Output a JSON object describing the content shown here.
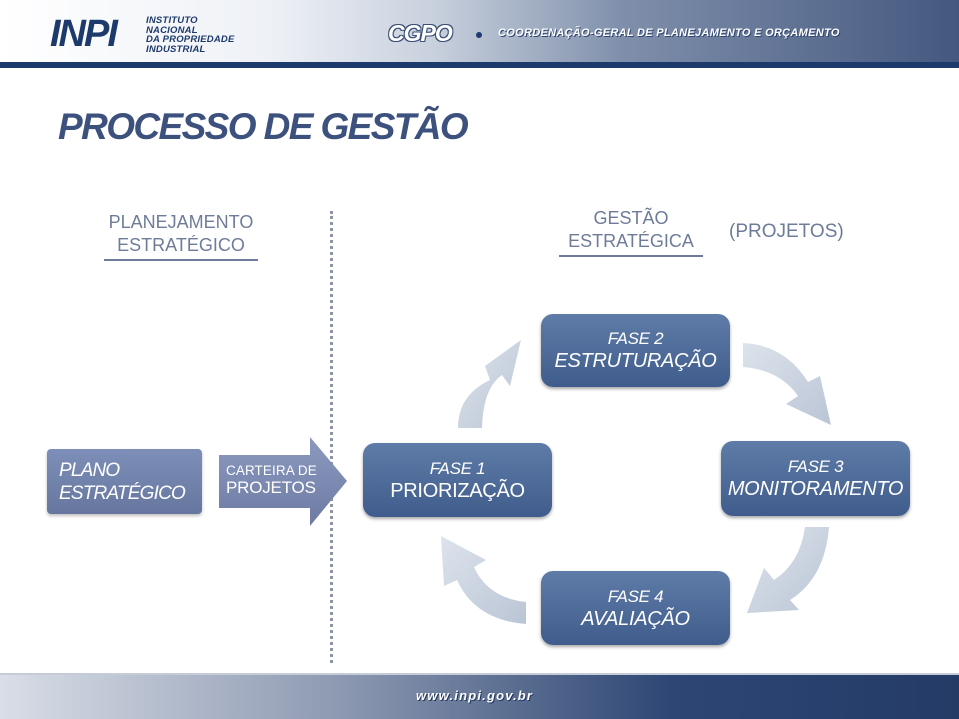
{
  "header": {
    "logo_mark": "INPI",
    "logo_lines": [
      "INSTITUTO",
      "NACIONAL",
      "DA PROPRIEDADE",
      "INDUSTRIAL"
    ],
    "department": "CGPO",
    "department_full": "COORDENAÇÃO-GERAL DE PLANEJAMENTO E ORÇAMENTO"
  },
  "title": "PROCESSO DE GESTÃO",
  "columns": {
    "left": [
      "PLANEJAMENTO",
      "ESTRATÉGICO"
    ],
    "right": [
      "GESTÃO",
      "ESTRATÉGICA"
    ],
    "right_note": "(PROJETOS)"
  },
  "plano": [
    "PLANO",
    "ESTRATÉGICO"
  ],
  "carteira": [
    "CARTEIRA DE",
    "PROJETOS"
  ],
  "phases": {
    "fase2": [
      "FASE 2",
      "ESTRUTURAÇÃO"
    ],
    "fase1": [
      "FASE 1",
      "PRIORIZAÇÃO"
    ],
    "fase3": [
      "FASE 3",
      "MONITORAMENTO"
    ],
    "fase4": [
      "FASE 4",
      "AVALIAÇÃO"
    ]
  },
  "colors": {
    "brand_navy": "#1d3a6c",
    "title": "#3c517d",
    "phase_box": "#4f6c9a",
    "plano_box": "#7283ad",
    "cycle_arrow": "#c7d0dd",
    "muted_text": "#6e7c99"
  },
  "footer": {
    "url": "www.inpi.gov.br"
  }
}
